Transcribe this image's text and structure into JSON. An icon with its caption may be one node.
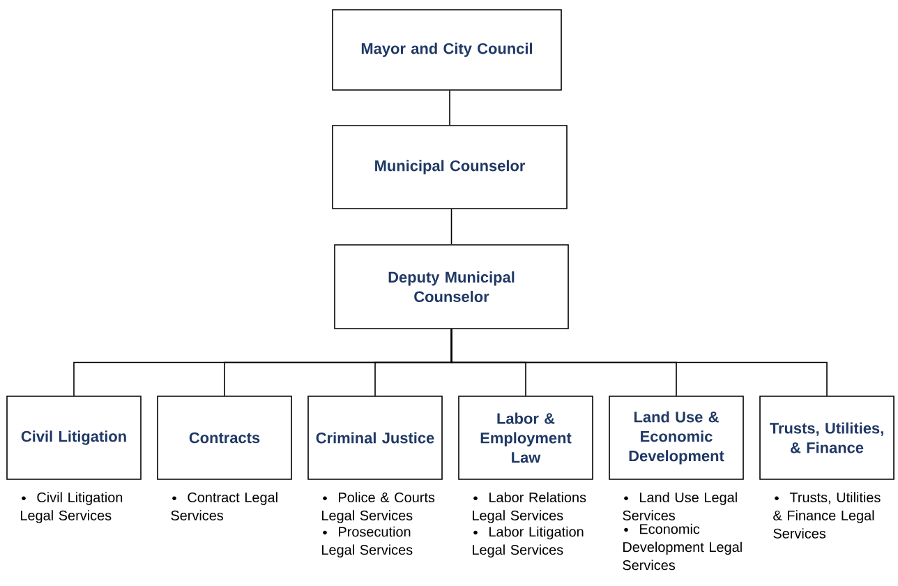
{
  "diagram": {
    "nodes": [
      {
        "text": [
          "Mayor and City Council"
        ]
      },
      {
        "text": [
          "Municipal Counselor"
        ]
      },
      {
        "text": [
          "Deputy Municipal Counselor"
        ]
      },
      {
        "text": [
          "Civil Litigation"
        ],
        "beside": [
          "Civil Litigation Legal Services"
        ]
      },
      {
        "text": [
          "Contracts"
        ],
        "beside": [
          "Contract Legal Services"
        ]
      },
      {
        "text": [
          "Criminal Justice"
        ],
        "beside": [
          "Police & Courts Legal Services",
          "Prosecution Legal Services"
        ]
      },
      {
        "text": [
          "Labor & Employment Law"
        ],
        "beside": [
          "Labor Relations Legal Services",
          "Labor Litigation Legal Services"
        ]
      },
      {
        "text": [
          "Land Use & Economic Development"
        ],
        "beside": [
          "Land Use Legal Services",
          "Economic Development Legal Services"
        ]
      },
      {
        "text": [
          "Trusts, Utilities, & Finance"
        ],
        "beside": [
          "Trusts, Utilities & Finance Legal Services"
        ]
      }
    ],
    "edges": [
      {
        "from": 0,
        "to": 1,
        "arrow": "none"
      },
      {
        "from": 1,
        "to": 2,
        "arrow": "none"
      },
      {
        "from": 2,
        "to": 3,
        "arrow": "none"
      },
      {
        "from": 2,
        "to": 4,
        "arrow": "none"
      },
      {
        "from": 2,
        "to": 5,
        "arrow": "none"
      },
      {
        "from": 2,
        "to": 6,
        "arrow": "none"
      },
      {
        "from": 2,
        "to": 7,
        "arrow": "none"
      },
      {
        "from": 2,
        "to": 8,
        "arrow": "none"
      }
    ]
  }
}
